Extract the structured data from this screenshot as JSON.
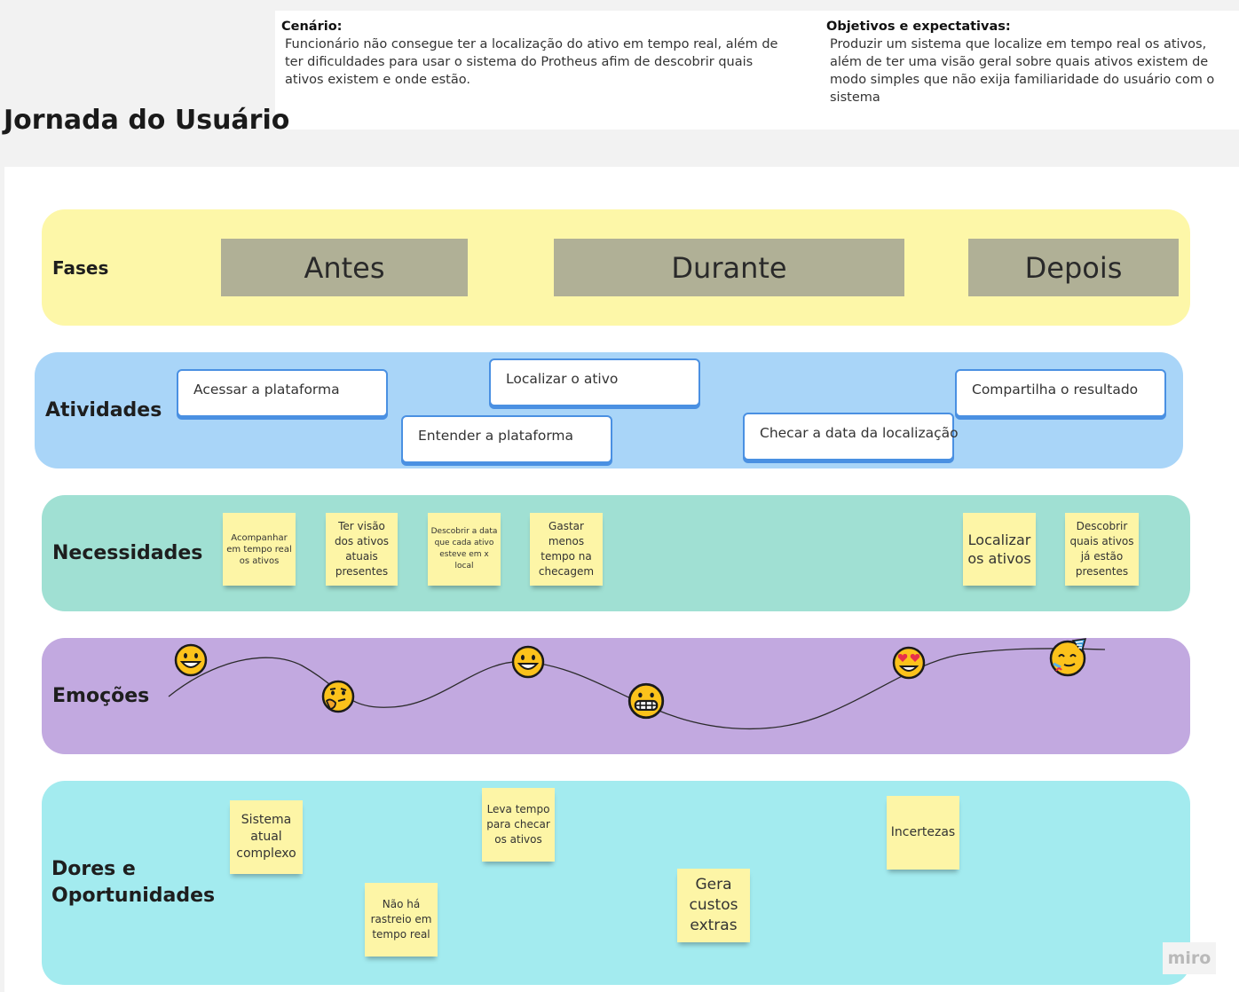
{
  "header": {
    "title": "Jornada do Usuário",
    "scenario_heading": "Cenário:",
    "scenario_text": "Funcionário não consegue ter a localização do ativo em tempo real, além de ter dificuldades para usar o sistema do Protheus afim de descobrir quais ativos existem e onde estão.",
    "objectives_heading": "Objetivos e expectativas:",
    "objectives_text": "Produzir um sistema que localize em tempo real os ativos, além de ter uma visão geral sobre quais ativos existem de modo simples que não exija familiaridade do usuário com o sistema"
  },
  "lanes": {
    "phases": {
      "label": "Fases",
      "color": "#fdf7a8"
    },
    "activities": {
      "label": "Atividades",
      "color": "#a9d5f8"
    },
    "needs": {
      "label": "Necessidades",
      "color": "#a0e0d3"
    },
    "emotions": {
      "label": "Emoções",
      "color": "#c2a9e0"
    },
    "pains": {
      "label_line1": "Dores e",
      "label_line2": "Oportunidades",
      "color": "#a3ebef"
    }
  },
  "phases": [
    "Antes",
    "Durante",
    "Depois"
  ],
  "activities": [
    "Acessar a plataforma",
    "Localizar o ativo",
    "Entender a plataforma",
    "Checar a data da localização",
    "Compartilha o resultado"
  ],
  "needs": [
    "Acompanhar em tempo real os ativos",
    "Ter visão dos ativos atuais presentes",
    "Descobrir a data que cada ativo esteve em x local",
    "Gastar menos tempo na checagem",
    "Localizar os ativos",
    "Descobrir quais ativos já estão presentes"
  ],
  "emotions": [
    "grinning-face",
    "thinking-face",
    "grinning-face",
    "grimacing-face",
    "heart-eyes-face",
    "party-face"
  ],
  "pains": [
    "Sistema atual complexo",
    "Não há rastreio em tempo real",
    "Leva tempo para checar os ativos",
    "Gera custos extras",
    "Incertezas"
  ],
  "watermark": "miro",
  "colors": {
    "sticky": "#fdf5a6",
    "phase_box": "#b0b096",
    "card_border": "#4a90e2"
  }
}
